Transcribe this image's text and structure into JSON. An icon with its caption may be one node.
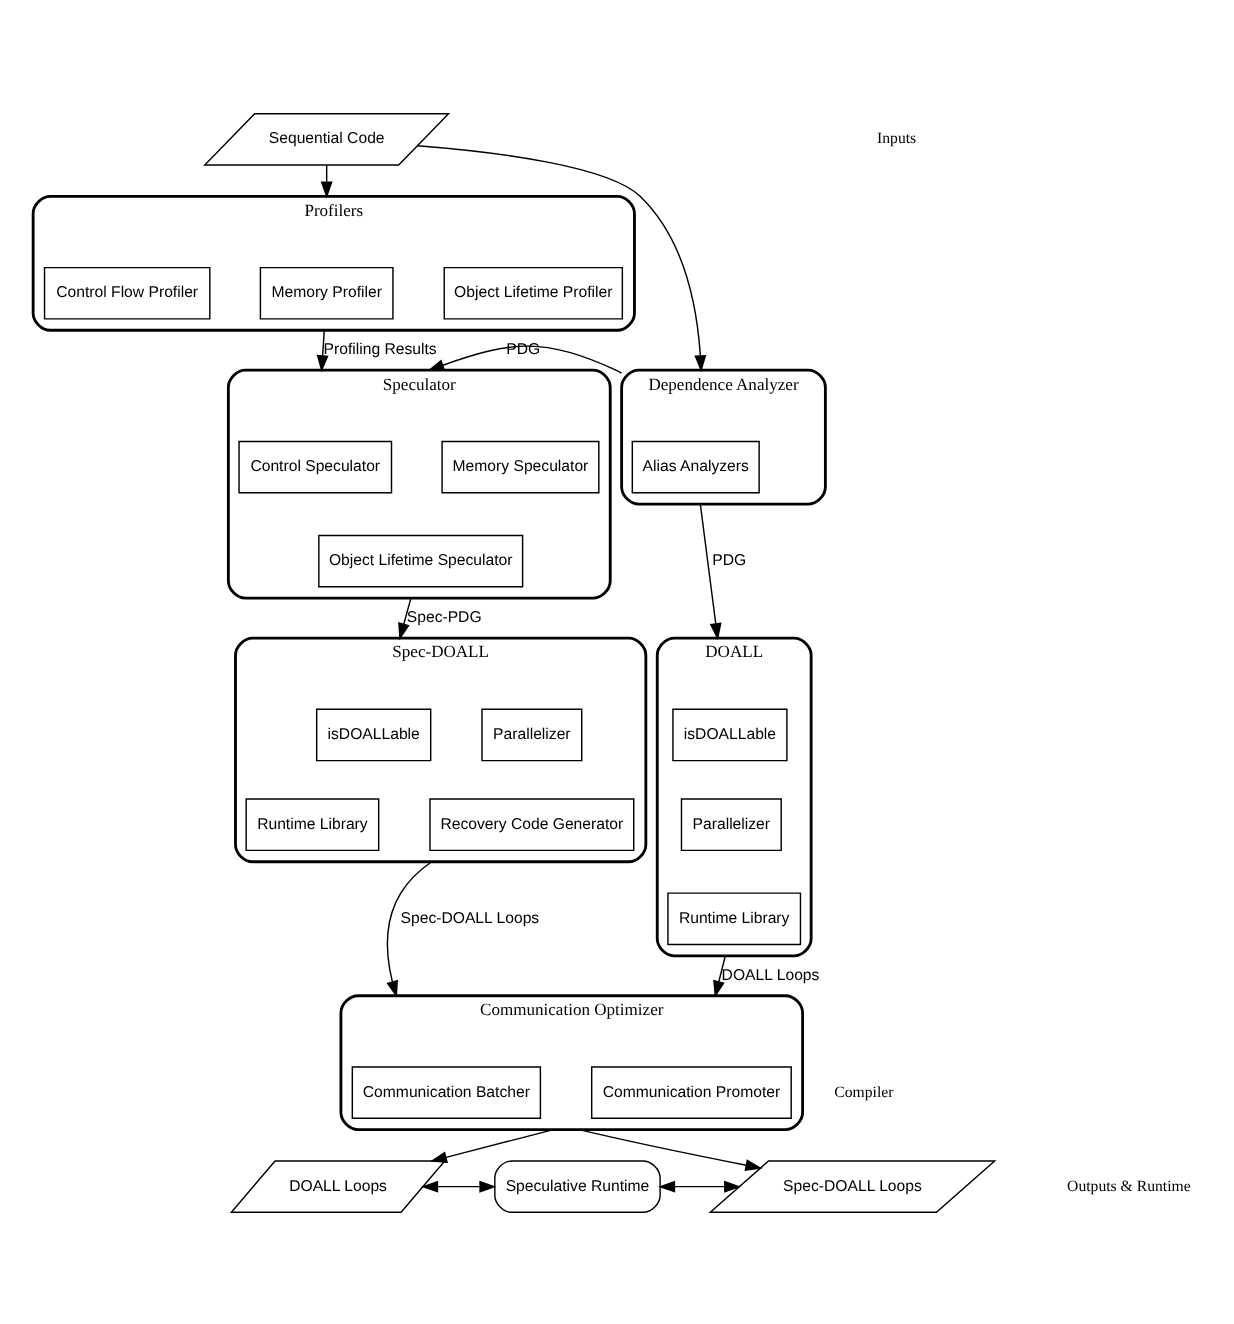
{
  "diagram": {
    "nodes": [
      {
        "text": [
          "Sequential Code"
        ]
      },
      {
        "text": [
          "Profilers"
        ]
      },
      {
        "text": [
          "Control Flow Profiler"
        ],
        "in": 1
      },
      {
        "text": [
          "Memory Profiler"
        ],
        "in": 1
      },
      {
        "text": [
          "Object Lifetime Profiler"
        ],
        "in": 1
      },
      {
        "text": [
          "Dependence Analyzer"
        ]
      },
      {
        "text": [
          "Alias Analyzers"
        ],
        "in": 5
      },
      {
        "text": [
          "Speculator"
        ]
      },
      {
        "text": [
          "Control Speculator"
        ],
        "in": 7
      },
      {
        "text": [
          "Memory Speculator"
        ],
        "in": 7
      },
      {
        "text": [
          "Object Lifetime Speculator"
        ],
        "in": 7
      },
      {
        "text": [
          "DOALL"
        ]
      },
      {
        "text": [
          "isDOALLable"
        ],
        "in": 11
      },
      {
        "text": [
          "Parallelizer"
        ],
        "in": 11
      },
      {
        "text": [
          "Runtime Library"
        ],
        "in": 11
      },
      {
        "text": [
          "Spec-DOALL"
        ]
      },
      {
        "text": [
          "isDOALLable"
        ],
        "in": 15
      },
      {
        "text": [
          "Parallelizer"
        ],
        "in": 15
      },
      {
        "text": [
          "Runtime Library"
        ],
        "in": 15
      },
      {
        "text": [
          "Recovery Code Generator"
        ],
        "in": 15
      },
      {
        "text": [
          "Communication Optimizer"
        ]
      },
      {
        "text": [
          "Communication Promoter"
        ],
        "in": 20
      },
      {
        "text": [
          "Communication Batcher"
        ],
        "in": 20
      },
      {
        "text": [
          "DOALL Loops"
        ]
      },
      {
        "text": [
          "Speculative Runtime"
        ]
      },
      {
        "text": [
          "Spec-DOALL Loops"
        ]
      }
    ],
    "edges": [
      {
        "from": 0,
        "to": 1,
        "arrow": "to"
      },
      {
        "from": 0,
        "to": 5,
        "arrow": "to"
      },
      {
        "from": 1,
        "to": 7,
        "arrow": "to",
        "label": "Profiling Results"
      },
      {
        "from": 5,
        "to": 7,
        "arrow": "to",
        "label": "PDG"
      },
      {
        "from": 5,
        "to": 11,
        "arrow": "to",
        "label": "PDG"
      },
      {
        "from": 7,
        "to": 15,
        "arrow": "to",
        "label": "Spec-PDG"
      },
      {
        "from": 11,
        "to": 20,
        "arrow": "to",
        "label": "DOALL Loops"
      },
      {
        "from": 15,
        "to": 20,
        "arrow": "to",
        "label": "Spec-DOALL Loops"
      },
      {
        "from": 20,
        "to": 23,
        "arrow": "to"
      },
      {
        "from": 20,
        "to": 25,
        "arrow": "to"
      },
      {
        "from": 23,
        "to": 24,
        "arrow": "both"
      },
      {
        "from": 24,
        "to": 25,
        "arrow": "both"
      }
    ],
    "labels": [
      "Inputs",
      "Compiler",
      "Outputs & Runtime"
    ]
  }
}
